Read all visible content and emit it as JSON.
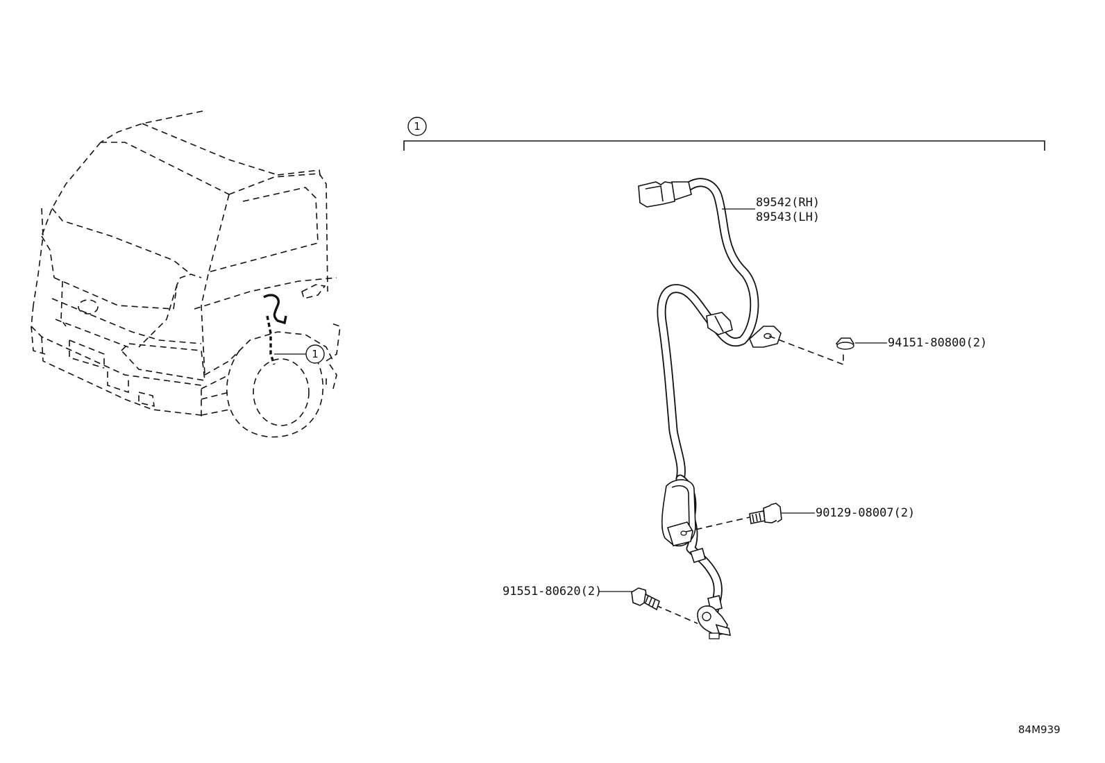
{
  "callout_number": "1",
  "bracket_label": "1",
  "parts": {
    "sensor_rh": "89542(RH)",
    "sensor_lh": "89543(LH)",
    "nut": "94151-80800(2)",
    "bolt_clamp": "90129-08007(2)",
    "bolt_sensor": "91551-80620(2)"
  },
  "diagram_code": "84M939"
}
